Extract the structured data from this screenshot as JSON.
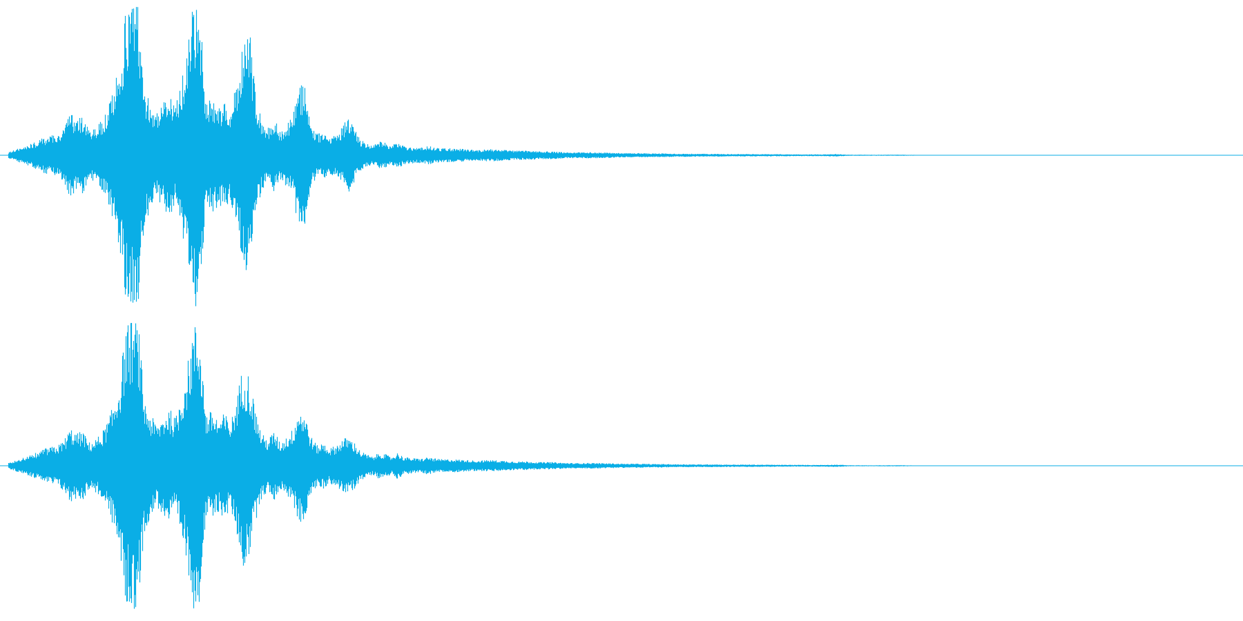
{
  "waveform": {
    "color": "#0aaee6",
    "background": "#ffffff",
    "channels": [
      {
        "name": "",
        "envelope": [
          [
            0.0,
            0.02
          ],
          [
            0.01,
            0.05
          ],
          [
            0.02,
            0.08
          ],
          [
            0.03,
            0.12
          ],
          [
            0.04,
            0.14
          ],
          [
            0.045,
            0.18
          ],
          [
            0.05,
            0.28
          ],
          [
            0.055,
            0.22
          ],
          [
            0.06,
            0.26
          ],
          [
            0.065,
            0.16
          ],
          [
            0.07,
            0.18
          ],
          [
            0.075,
            0.22
          ],
          [
            0.08,
            0.3
          ],
          [
            0.085,
            0.42
          ],
          [
            0.09,
            0.6
          ],
          [
            0.095,
            0.95
          ],
          [
            0.1,
            1.0
          ],
          [
            0.105,
            0.98
          ],
          [
            0.11,
            0.45
          ],
          [
            0.115,
            0.35
          ],
          [
            0.12,
            0.28
          ],
          [
            0.125,
            0.34
          ],
          [
            0.13,
            0.4
          ],
          [
            0.135,
            0.32
          ],
          [
            0.14,
            0.5
          ],
          [
            0.145,
            0.7
          ],
          [
            0.15,
            1.0
          ],
          [
            0.155,
            0.92
          ],
          [
            0.16,
            0.35
          ],
          [
            0.165,
            0.38
          ],
          [
            0.17,
            0.32
          ],
          [
            0.175,
            0.36
          ],
          [
            0.18,
            0.3
          ],
          [
            0.185,
            0.48
          ],
          [
            0.19,
            0.72
          ],
          [
            0.195,
            0.86
          ],
          [
            0.2,
            0.4
          ],
          [
            0.205,
            0.22
          ],
          [
            0.21,
            0.18
          ],
          [
            0.215,
            0.24
          ],
          [
            0.22,
            0.16
          ],
          [
            0.225,
            0.2
          ],
          [
            0.23,
            0.25
          ],
          [
            0.235,
            0.48
          ],
          [
            0.24,
            0.44
          ],
          [
            0.245,
            0.2
          ],
          [
            0.25,
            0.14
          ],
          [
            0.255,
            0.16
          ],
          [
            0.26,
            0.12
          ],
          [
            0.265,
            0.14
          ],
          [
            0.27,
            0.18
          ],
          [
            0.275,
            0.26
          ],
          [
            0.28,
            0.18
          ],
          [
            0.285,
            0.1
          ],
          [
            0.29,
            0.08
          ],
          [
            0.295,
            0.06
          ],
          [
            0.3,
            0.09
          ],
          [
            0.305,
            0.08
          ],
          [
            0.31,
            0.06
          ],
          [
            0.315,
            0.09
          ],
          [
            0.32,
            0.06
          ],
          [
            0.33,
            0.05
          ],
          [
            0.335,
            0.05
          ],
          [
            0.34,
            0.06
          ],
          [
            0.345,
            0.05
          ],
          [
            0.35,
            0.045
          ],
          [
            0.36,
            0.045
          ],
          [
            0.37,
            0.04
          ],
          [
            0.38,
            0.035
          ],
          [
            0.39,
            0.04
          ],
          [
            0.4,
            0.035
          ],
          [
            0.41,
            0.03
          ],
          [
            0.42,
            0.03
          ],
          [
            0.43,
            0.025
          ],
          [
            0.44,
            0.025
          ],
          [
            0.45,
            0.02
          ],
          [
            0.46,
            0.018
          ],
          [
            0.47,
            0.02
          ],
          [
            0.48,
            0.018
          ],
          [
            0.49,
            0.016
          ],
          [
            0.5,
            0.014
          ],
          [
            0.51,
            0.014
          ],
          [
            0.52,
            0.012
          ],
          [
            0.53,
            0.012
          ],
          [
            0.54,
            0.01
          ],
          [
            0.55,
            0.01
          ],
          [
            0.56,
            0.009
          ],
          [
            0.57,
            0.01
          ],
          [
            0.58,
            0.008
          ],
          [
            0.6,
            0.008
          ],
          [
            0.62,
            0.007
          ],
          [
            0.64,
            0.006
          ],
          [
            0.66,
            0.006
          ],
          [
            0.67,
            0.008
          ],
          [
            0.68,
            0.004
          ],
          [
            0.7,
            0.003
          ],
          [
            0.72,
            0.004
          ],
          [
            0.74,
            0.002
          ],
          [
            0.76,
            0.001
          ],
          [
            0.8,
            0.0
          ],
          [
            1.0,
            0.0
          ]
        ]
      },
      {
        "name": "",
        "envelope": [
          [
            0.0,
            0.02
          ],
          [
            0.01,
            0.05
          ],
          [
            0.02,
            0.08
          ],
          [
            0.03,
            0.12
          ],
          [
            0.04,
            0.14
          ],
          [
            0.045,
            0.18
          ],
          [
            0.05,
            0.26
          ],
          [
            0.055,
            0.22
          ],
          [
            0.06,
            0.24
          ],
          [
            0.065,
            0.16
          ],
          [
            0.07,
            0.18
          ],
          [
            0.075,
            0.22
          ],
          [
            0.08,
            0.3
          ],
          [
            0.085,
            0.42
          ],
          [
            0.09,
            0.6
          ],
          [
            0.095,
            0.95
          ],
          [
            0.1,
            1.0
          ],
          [
            0.105,
            0.98
          ],
          [
            0.11,
            0.45
          ],
          [
            0.115,
            0.35
          ],
          [
            0.12,
            0.28
          ],
          [
            0.125,
            0.34
          ],
          [
            0.13,
            0.4
          ],
          [
            0.135,
            0.32
          ],
          [
            0.14,
            0.5
          ],
          [
            0.145,
            0.7
          ],
          [
            0.15,
            0.98
          ],
          [
            0.155,
            0.92
          ],
          [
            0.16,
            0.35
          ],
          [
            0.165,
            0.38
          ],
          [
            0.17,
            0.32
          ],
          [
            0.175,
            0.36
          ],
          [
            0.18,
            0.3
          ],
          [
            0.185,
            0.48
          ],
          [
            0.19,
            0.7
          ],
          [
            0.195,
            0.62
          ],
          [
            0.2,
            0.38
          ],
          [
            0.205,
            0.22
          ],
          [
            0.21,
            0.18
          ],
          [
            0.215,
            0.24
          ],
          [
            0.22,
            0.16
          ],
          [
            0.225,
            0.2
          ],
          [
            0.23,
            0.25
          ],
          [
            0.235,
            0.4
          ],
          [
            0.24,
            0.36
          ],
          [
            0.245,
            0.2
          ],
          [
            0.25,
            0.14
          ],
          [
            0.255,
            0.16
          ],
          [
            0.26,
            0.12
          ],
          [
            0.265,
            0.14
          ],
          [
            0.27,
            0.18
          ],
          [
            0.275,
            0.2
          ],
          [
            0.28,
            0.16
          ],
          [
            0.285,
            0.1
          ],
          [
            0.29,
            0.08
          ],
          [
            0.295,
            0.06
          ],
          [
            0.3,
            0.09
          ],
          [
            0.305,
            0.08
          ],
          [
            0.31,
            0.06
          ],
          [
            0.315,
            0.09
          ],
          [
            0.32,
            0.06
          ],
          [
            0.33,
            0.05
          ],
          [
            0.335,
            0.05
          ],
          [
            0.34,
            0.06
          ],
          [
            0.345,
            0.05
          ],
          [
            0.35,
            0.045
          ],
          [
            0.36,
            0.045
          ],
          [
            0.37,
            0.04
          ],
          [
            0.38,
            0.035
          ],
          [
            0.39,
            0.04
          ],
          [
            0.4,
            0.035
          ],
          [
            0.41,
            0.03
          ],
          [
            0.42,
            0.03
          ],
          [
            0.43,
            0.025
          ],
          [
            0.44,
            0.025
          ],
          [
            0.45,
            0.02
          ],
          [
            0.46,
            0.018
          ],
          [
            0.47,
            0.02
          ],
          [
            0.48,
            0.018
          ],
          [
            0.49,
            0.016
          ],
          [
            0.5,
            0.014
          ],
          [
            0.51,
            0.014
          ],
          [
            0.52,
            0.012
          ],
          [
            0.53,
            0.012
          ],
          [
            0.54,
            0.01
          ],
          [
            0.55,
            0.01
          ],
          [
            0.56,
            0.009
          ],
          [
            0.57,
            0.01
          ],
          [
            0.58,
            0.008
          ],
          [
            0.6,
            0.008
          ],
          [
            0.62,
            0.007
          ],
          [
            0.64,
            0.006
          ],
          [
            0.66,
            0.006
          ],
          [
            0.67,
            0.008
          ],
          [
            0.68,
            0.004
          ],
          [
            0.7,
            0.003
          ],
          [
            0.72,
            0.004
          ],
          [
            0.74,
            0.002
          ],
          [
            0.76,
            0.001
          ],
          [
            0.8,
            0.0
          ],
          [
            1.0,
            0.0
          ]
        ]
      }
    ]
  }
}
